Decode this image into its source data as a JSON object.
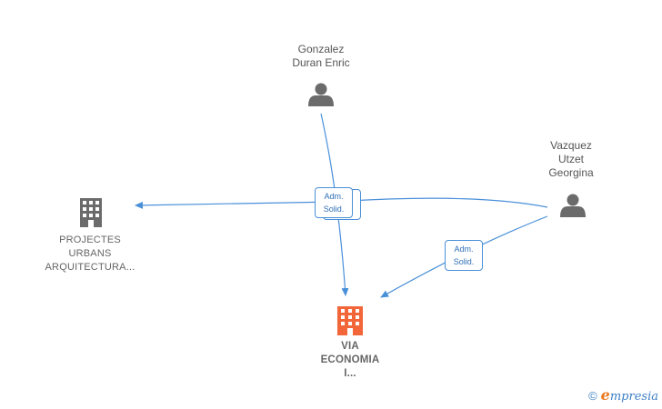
{
  "nodes": {
    "gonzalez": {
      "line1": "Gonzalez",
      "line2": "Duran Enric",
      "icon": "person-icon"
    },
    "vazquez": {
      "line1": "Vazquez",
      "line2": "Utzet",
      "line3": "Georgina",
      "icon": "person-icon"
    },
    "projectes": {
      "line1": "PROJECTES",
      "line2": "URBANS",
      "line3": "ARQUITECTURA...",
      "icon": "building-icon"
    },
    "via": {
      "line1": "VIA",
      "line2": "ECONOMIA",
      "line3": "I...",
      "icon": "building-icon"
    }
  },
  "badges": {
    "center": {
      "line1": "Adm.",
      "line2": "Solid."
    },
    "right": {
      "line1": "Adm.",
      "line2": "Solid."
    }
  },
  "brand": {
    "copyright": "©",
    "initial": "e",
    "rest": "mpresia"
  },
  "colors": {
    "edge": "#4a90d9",
    "person": "#6b6b6b",
    "company": "#6b6b6b",
    "main_company": "#f2663a"
  }
}
